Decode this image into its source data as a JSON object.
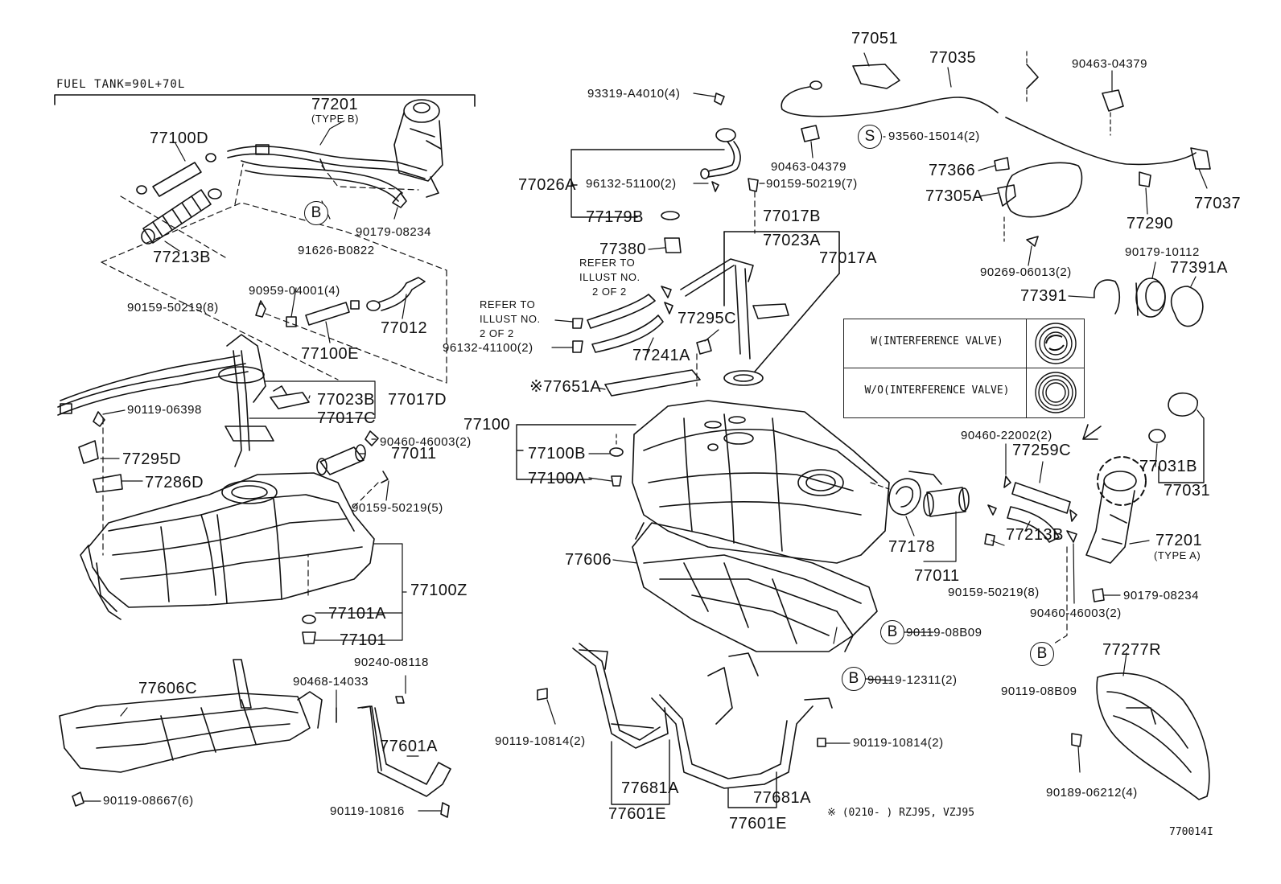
{
  "header": {
    "title": "FUEL TANK=90L+70L"
  },
  "legend": {
    "rows": [
      {
        "label": "W(INTERFERENCE VALVE)"
      },
      {
        "label": "W/O(INTERFERENCE VALVE)"
      }
    ]
  },
  "footnote": "※ (0210-     ) RZJ95, VZJ95",
  "figure_id": "770014I",
  "callout": "B",
  "callout_s": "S",
  "labels": [
    {
      "id": "77201_top",
      "text": "77201"
    },
    {
      "id": "type_b",
      "text": "(TYPE B)"
    },
    {
      "id": "77100D",
      "text": "77100D"
    },
    {
      "id": "77213B_l",
      "text": "77213B"
    },
    {
      "id": "91626",
      "text": "91626-B0822"
    },
    {
      "id": "90179_l",
      "text": "90179-08234"
    },
    {
      "id": "90959",
      "text": "90959-04001(4)"
    },
    {
      "id": "90159_8_l",
      "text": "90159-50219(8)"
    },
    {
      "id": "77012",
      "text": "77012"
    },
    {
      "id": "77100E",
      "text": "77100E"
    },
    {
      "id": "77023B",
      "text": "77023B"
    },
    {
      "id": "77017D",
      "text": "77017D"
    },
    {
      "id": "77017C",
      "text": "77017C"
    },
    {
      "id": "90119_06398",
      "text": "90119-06398"
    },
    {
      "id": "90460_l",
      "text": "90460-46003(2)"
    },
    {
      "id": "77011_l",
      "text": "77011"
    },
    {
      "id": "77295D",
      "text": "77295D"
    },
    {
      "id": "77286D",
      "text": "77286D"
    },
    {
      "id": "90159_5",
      "text": "90159-50219(5)"
    },
    {
      "id": "77100Z",
      "text": "77100Z"
    },
    {
      "id": "77101A",
      "text": "77101A"
    },
    {
      "id": "77101",
      "text": "77101"
    },
    {
      "id": "90240",
      "text": "90240-08118"
    },
    {
      "id": "77606C",
      "text": "77606C"
    },
    {
      "id": "90468",
      "text": "90468-14033"
    },
    {
      "id": "77601A",
      "text": "77601A"
    },
    {
      "id": "90119_08667",
      "text": "90119-08667(6)"
    },
    {
      "id": "90119_10816",
      "text": "90119-10816"
    },
    {
      "id": "93319",
      "text": "93319-A4010(4)"
    },
    {
      "id": "77026A",
      "text": "77026A"
    },
    {
      "id": "96132_51100",
      "text": "96132-51100(2)"
    },
    {
      "id": "77179B",
      "text": "77179B"
    },
    {
      "id": "90159_7",
      "text": "90159-50219(7)"
    },
    {
      "id": "77017B",
      "text": "77017B"
    },
    {
      "id": "77023A",
      "text": "77023A"
    },
    {
      "id": "77017A",
      "text": "77017A"
    },
    {
      "id": "77380",
      "text": "77380"
    },
    {
      "id": "refer1",
      "text": "REFER TO"
    },
    {
      "id": "refer1b",
      "text": "ILLUST NO."
    },
    {
      "id": "refer1c",
      "text": "2 OF 2"
    },
    {
      "id": "refer2",
      "text": "REFER TO"
    },
    {
      "id": "refer2b",
      "text": "ILLUST NO."
    },
    {
      "id": "refer2c",
      "text": "2 OF 2"
    },
    {
      "id": "96132_41100",
      "text": "96132-41100(2)"
    },
    {
      "id": "77241A",
      "text": "77241A"
    },
    {
      "id": "77295C",
      "text": "77295C"
    },
    {
      "id": "77651A",
      "text": "※77651A"
    },
    {
      "id": "77100",
      "text": "77100"
    },
    {
      "id": "77100B",
      "text": "77100B"
    },
    {
      "id": "77100A",
      "text": "77100A"
    },
    {
      "id": "77606",
      "text": "77606"
    },
    {
      "id": "77051",
      "text": "77051"
    },
    {
      "id": "77035",
      "text": "77035"
    },
    {
      "id": "93560",
      "text": "93560-15014(2)"
    },
    {
      "id": "90463_a",
      "text": "90463-04379"
    },
    {
      "id": "90463_b",
      "text": "90463-04379"
    },
    {
      "id": "77366",
      "text": "77366"
    },
    {
      "id": "77305A",
      "text": "77305A"
    },
    {
      "id": "77037",
      "text": "77037"
    },
    {
      "id": "77290",
      "text": "77290"
    },
    {
      "id": "90269",
      "text": "90269-06013(2)"
    },
    {
      "id": "90179_10112",
      "text": "90179-10112"
    },
    {
      "id": "77391A",
      "text": "77391A"
    },
    {
      "id": "77391",
      "text": "77391"
    },
    {
      "id": "90460_22002",
      "text": "90460-22002(2)"
    },
    {
      "id": "77259C",
      "text": "77259C"
    },
    {
      "id": "77031B",
      "text": "77031B"
    },
    {
      "id": "77031",
      "text": "77031"
    },
    {
      "id": "77178",
      "text": "77178"
    },
    {
      "id": "77011_r",
      "text": "77011"
    },
    {
      "id": "77213B_r",
      "text": "77213B"
    },
    {
      "id": "77201_a",
      "text": "77201"
    },
    {
      "id": "type_a",
      "text": "(TYPE A)"
    },
    {
      "id": "90159_8_r",
      "text": "90159-50219(8)"
    },
    {
      "id": "90179_r",
      "text": "90179-08234"
    },
    {
      "id": "90460_r",
      "text": "90460-46003(2)"
    },
    {
      "id": "90119_08B09_a",
      "text": "90119-08B09"
    },
    {
      "id": "90119_08B09_b",
      "text": "90119-08B09"
    },
    {
      "id": "90119_12311",
      "text": "90119-12311(2)"
    },
    {
      "id": "77277R",
      "text": "77277R"
    },
    {
      "id": "90119_10814_a",
      "text": "90119-10814(2)"
    },
    {
      "id": "90119_10814_b",
      "text": "90119-10814(2)"
    },
    {
      "id": "77681A_a",
      "text": "77681A"
    },
    {
      "id": "77681A_b",
      "text": "77681A"
    },
    {
      "id": "77601E_a",
      "text": "77601E"
    },
    {
      "id": "77601E_b",
      "text": "77601E"
    },
    {
      "id": "90189",
      "text": "90189-06212(4)"
    }
  ]
}
